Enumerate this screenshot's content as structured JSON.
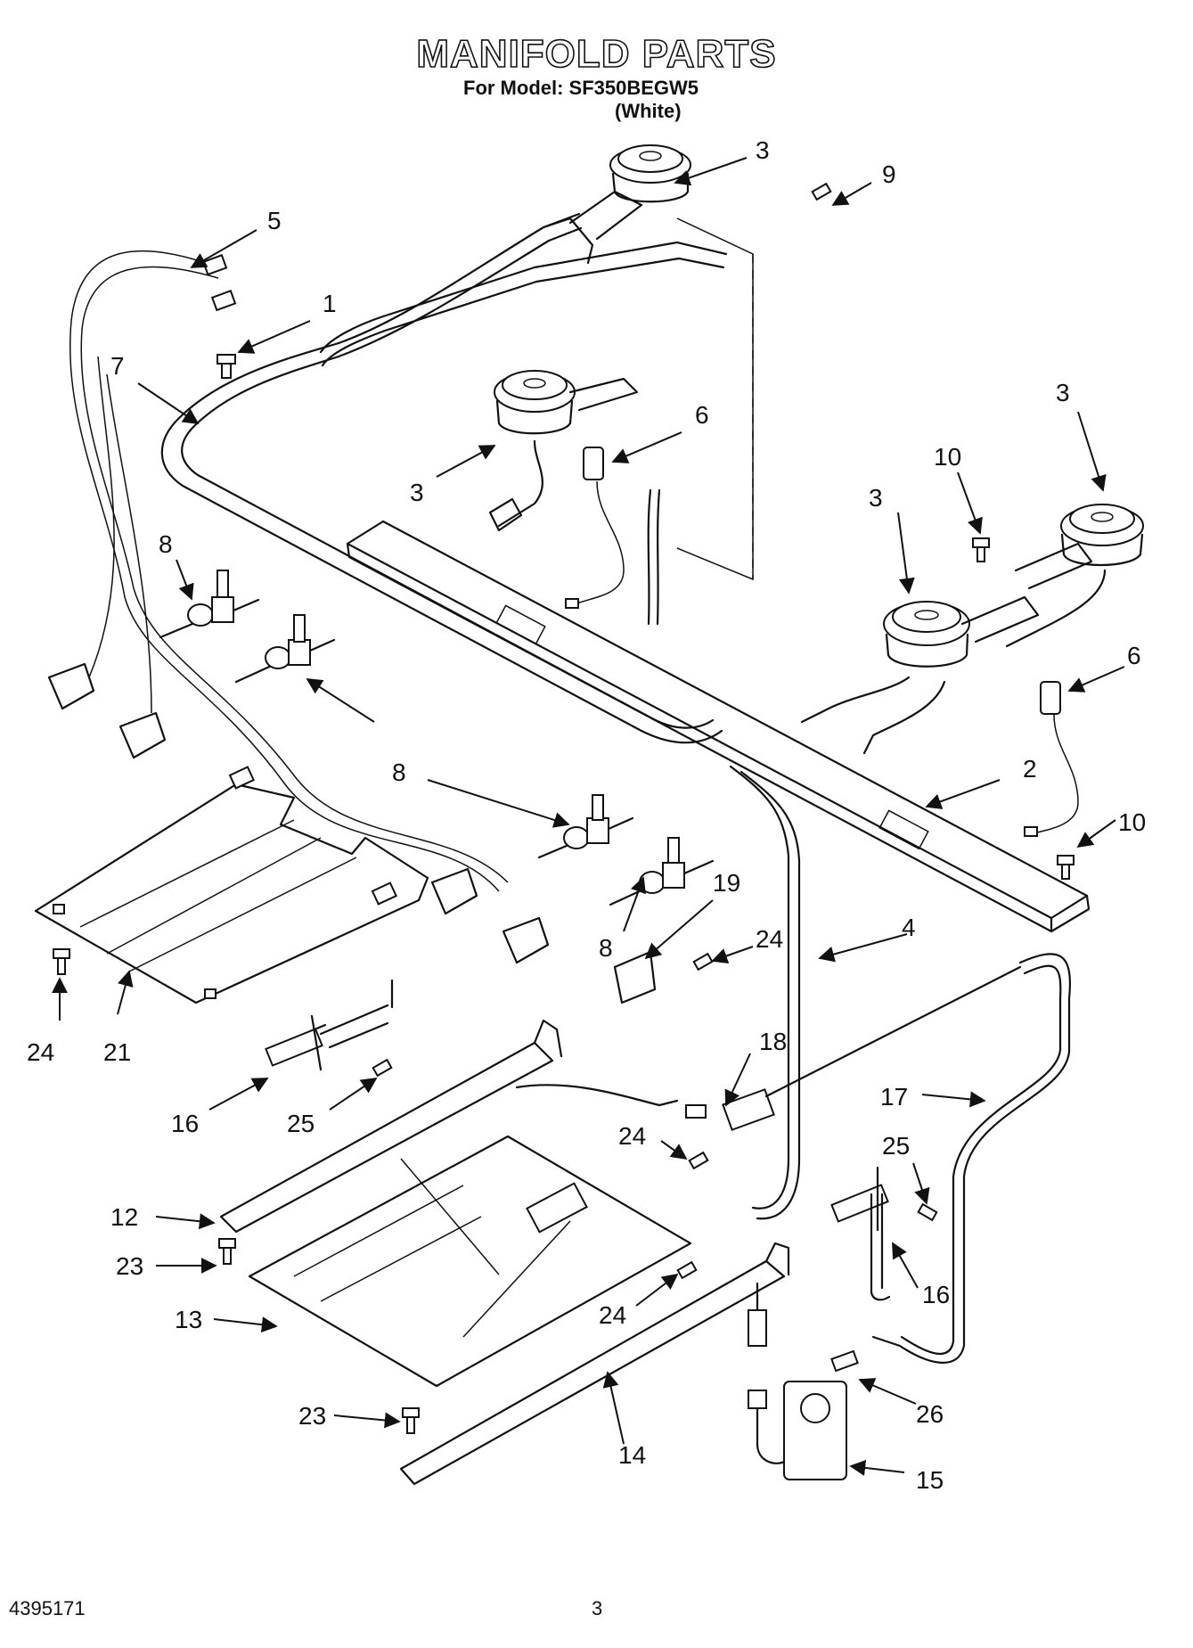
{
  "header": {
    "title": "MANIFOLD PARTS",
    "model_line": "For Model: SF350BEGW5",
    "color_line": "(White)"
  },
  "footer": {
    "doc_number": "4395171",
    "page_number": "3"
  },
  "callouts": [
    {
      "id": "c3a",
      "label": "3"
    },
    {
      "id": "c9",
      "label": "9"
    },
    {
      "id": "c5",
      "label": "5"
    },
    {
      "id": "c1",
      "label": "1"
    },
    {
      "id": "c7",
      "label": "7"
    },
    {
      "id": "c6a",
      "label": "6"
    },
    {
      "id": "c3b",
      "label": "3"
    },
    {
      "id": "c3c",
      "label": "3"
    },
    {
      "id": "c10a",
      "label": "10"
    },
    {
      "id": "c3d",
      "label": "3"
    },
    {
      "id": "c8a",
      "label": "8"
    },
    {
      "id": "c6b",
      "label": "6"
    },
    {
      "id": "c2",
      "label": "2"
    },
    {
      "id": "c8b",
      "label": "8"
    },
    {
      "id": "c10b",
      "label": "10"
    },
    {
      "id": "c19",
      "label": "19"
    },
    {
      "id": "c8c",
      "label": "8"
    },
    {
      "id": "c24a",
      "label": "24"
    },
    {
      "id": "c4",
      "label": "4"
    },
    {
      "id": "c24b",
      "label": "24"
    },
    {
      "id": "c21",
      "label": "21"
    },
    {
      "id": "c18",
      "label": "18"
    },
    {
      "id": "c16a",
      "label": "16"
    },
    {
      "id": "c25a",
      "label": "25"
    },
    {
      "id": "c17",
      "label": "17"
    },
    {
      "id": "c24c",
      "label": "24"
    },
    {
      "id": "c25b",
      "label": "25"
    },
    {
      "id": "c12",
      "label": "12"
    },
    {
      "id": "c23a",
      "label": "23"
    },
    {
      "id": "c16b",
      "label": "16"
    },
    {
      "id": "c13",
      "label": "13"
    },
    {
      "id": "c24d",
      "label": "24"
    },
    {
      "id": "c26",
      "label": "26"
    },
    {
      "id": "c23b",
      "label": "23"
    },
    {
      "id": "c14",
      "label": "14"
    },
    {
      "id": "c15",
      "label": "15"
    }
  ]
}
